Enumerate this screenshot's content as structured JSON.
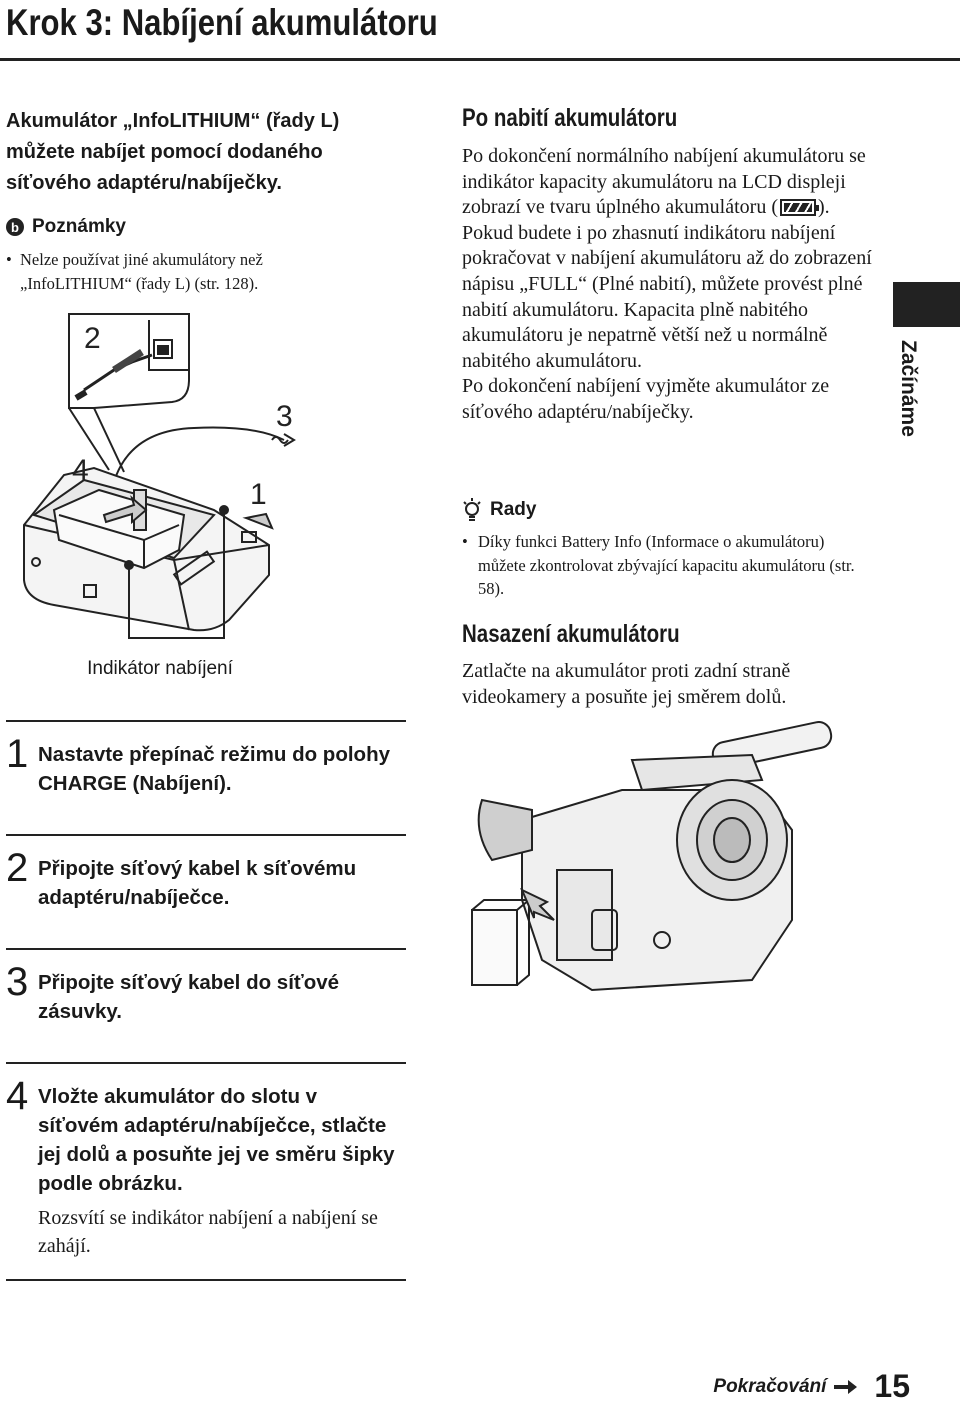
{
  "title": "Krok 3: Nabíjení akumulátoru",
  "intro": "Akumulátor „InfoLITHIUM“ (řady L) můžete nabíjet pomocí dodaného síťového adaptéru/nabíječky.",
  "notes": {
    "icon": "b",
    "heading": "Poznámky",
    "items": [
      "Nelze používat jiné akumulátory než „InfoLITHIUM“ (řady L) (str. 128)."
    ]
  },
  "figure1": {
    "labels": [
      "2",
      "3",
      "4",
      "1"
    ],
    "caption": "Indikátor nabíjení"
  },
  "steps": [
    {
      "num": "1",
      "text": "Nastavte přepínač režimu do polohy CHARGE (Nabíjení)."
    },
    {
      "num": "2",
      "text": "Připojte síťový kabel k síťovému adaptéru/nabíječce."
    },
    {
      "num": "3",
      "text": "Připojte síťový kabel do síťové zásuvky."
    },
    {
      "num": "4",
      "text": "Vložte akumulátor do slotu v síťovém adaptéru/nabíječce, stlačte jej dolů a posuňte jej ve směru šipky podle obrázku.",
      "sub": "Rozsvítí se indikátor nabíjení a nabíjení se zahájí."
    }
  ],
  "after_charge": {
    "heading": "Po nabití akumulátoru",
    "text_before_icon": "Po dokončení normálního nabíjení akumulátoru se indikátor kapacity akumulátoru na LCD displeji zobrazí ve tvaru úplného akumulátoru (",
    "text_after_icon": "). Pokud budete i po zhasnutí indikátoru nabíjení pokračovat v nabíjení akumulátoru až do zobrazení nápisu „FULL“ (Plné nabití), můžete provést plné nabití akumulátoru. Kapacita plně nabitého akumulátoru je nepatrně větší než u normálně nabitého akumulátoru.",
    "text2": "Po dokončení nabíjení vyjměte akumulátor ze síťového adaptéru/nabíječky."
  },
  "tips": {
    "heading": "Rady",
    "items": [
      "Díky funkci Battery Info (Informace o akumulátoru) můžete zkontrolovat zbývající kapacitu akumulátoru (str. 58)."
    ]
  },
  "attach": {
    "heading": "Nasazení akumulátoru",
    "text": "Zatlačte na akumulátor proti zadní straně videokamery a posuňte jej směrem dolů."
  },
  "side_label": "Začínáme",
  "footer": {
    "continue": "Pokračování",
    "page": "15"
  }
}
